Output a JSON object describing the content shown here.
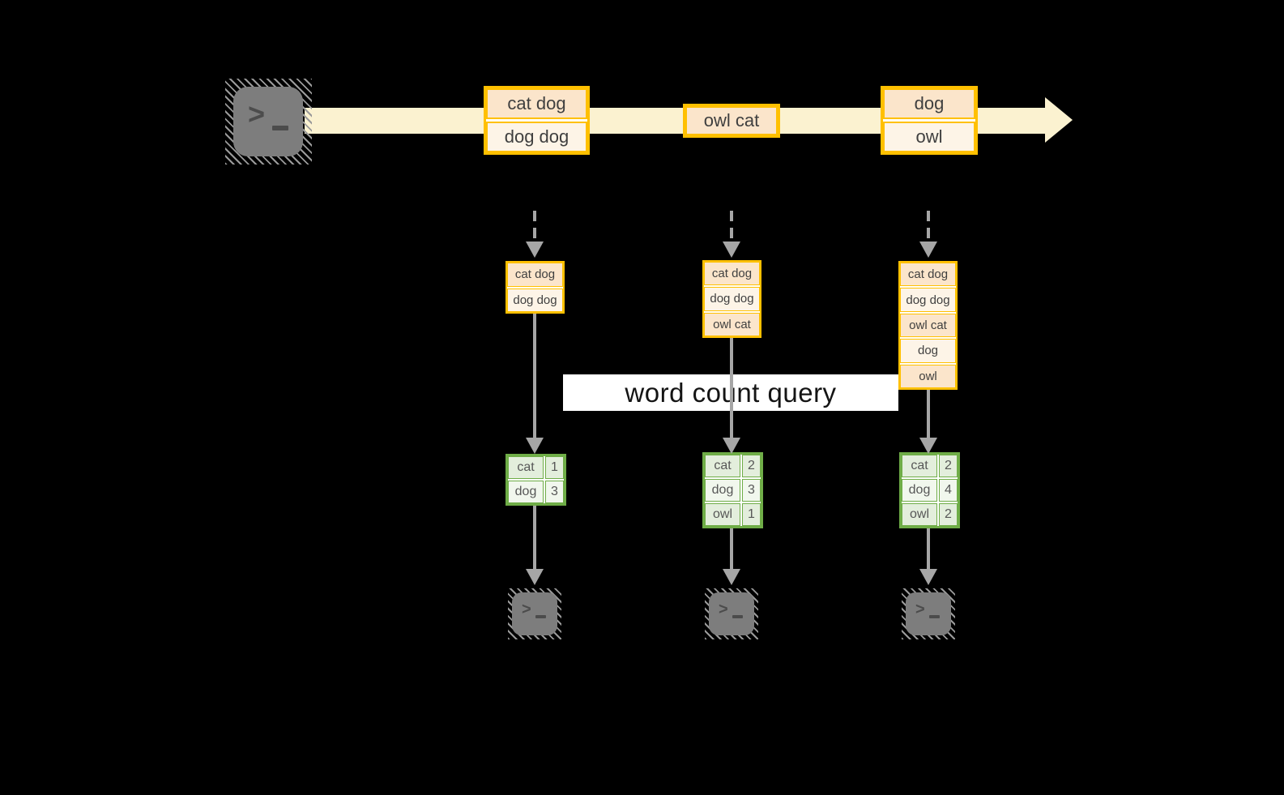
{
  "diagram": {
    "banner": {
      "label": "word count query"
    },
    "stream": {
      "batches": [
        {
          "rows": [
            "cat dog",
            "dog dog"
          ]
        },
        {
          "rows": [
            "owl cat"
          ]
        },
        {
          "rows": [
            "dog",
            "owl"
          ]
        }
      ]
    },
    "snapshots": [
      {
        "input_rows": [
          "cat dog",
          "dog dog"
        ],
        "counts": [
          [
            "cat",
            "1"
          ],
          [
            "dog",
            "3"
          ]
        ]
      },
      {
        "input_rows": [
          "cat dog",
          "dog dog",
          "owl cat"
        ],
        "counts": [
          [
            "cat",
            "2"
          ],
          [
            "dog",
            "3"
          ],
          [
            "owl",
            "1"
          ]
        ]
      },
      {
        "input_rows": [
          "cat dog",
          "dog dog",
          "owl cat",
          "dog",
          "owl"
        ],
        "counts": [
          [
            "cat",
            "2"
          ],
          [
            "dog",
            "4"
          ],
          [
            "owl",
            "2"
          ]
        ]
      }
    ],
    "icons": {
      "source": "terminal-icon",
      "outputs": "terminal-icon"
    },
    "colors": {
      "background": "#000000",
      "stream_band": "#FBF2D0",
      "record_border": "#FFC000",
      "record_fill_dark": "#FBE5CB",
      "record_fill_light": "#FDF4E7",
      "table_border": "#6FAD47",
      "table_fill_dark": "#E3EEDC",
      "table_fill_light": "#F1F7ED",
      "arrow_gray": "#A6A6A6",
      "banner_background": "#FFFFFF"
    }
  }
}
